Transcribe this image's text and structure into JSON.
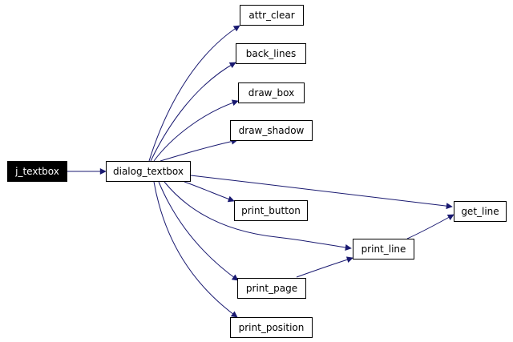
{
  "diagram": {
    "edge_color": "#191970",
    "nodes": {
      "j_textbox": "j_textbox",
      "dialog_textbox": "dialog_textbox",
      "attr_clear": "attr_clear",
      "back_lines": "back_lines",
      "draw_box": "draw_box",
      "draw_shadow": "draw_shadow",
      "print_button": "print_button",
      "get_line": "get_line",
      "print_line": "print_line",
      "print_page": "print_page",
      "print_position": "print_position"
    },
    "edges": [
      [
        "j_textbox",
        "dialog_textbox"
      ],
      [
        "dialog_textbox",
        "attr_clear"
      ],
      [
        "dialog_textbox",
        "back_lines"
      ],
      [
        "dialog_textbox",
        "draw_box"
      ],
      [
        "dialog_textbox",
        "draw_shadow"
      ],
      [
        "dialog_textbox",
        "get_line"
      ],
      [
        "dialog_textbox",
        "print_button"
      ],
      [
        "dialog_textbox",
        "print_line"
      ],
      [
        "dialog_textbox",
        "print_page"
      ],
      [
        "dialog_textbox",
        "print_position"
      ],
      [
        "print_line",
        "get_line"
      ],
      [
        "print_page",
        "print_line"
      ]
    ]
  }
}
